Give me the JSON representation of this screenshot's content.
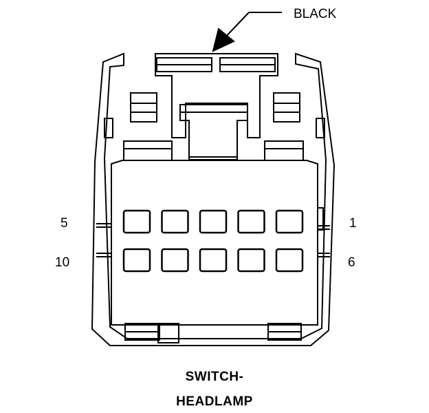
{
  "connector": {
    "color_label": "BLACK",
    "name_line1": "SWITCH-",
    "name_line2": "HEADLAMP",
    "pins": {
      "top_left": "5",
      "top_right": "1",
      "bottom_left": "10",
      "bottom_right": "6"
    },
    "cavity_rows": 2,
    "cavities_per_row": 5
  },
  "colors": {
    "line": "#000000",
    "background": "#ffffff"
  }
}
